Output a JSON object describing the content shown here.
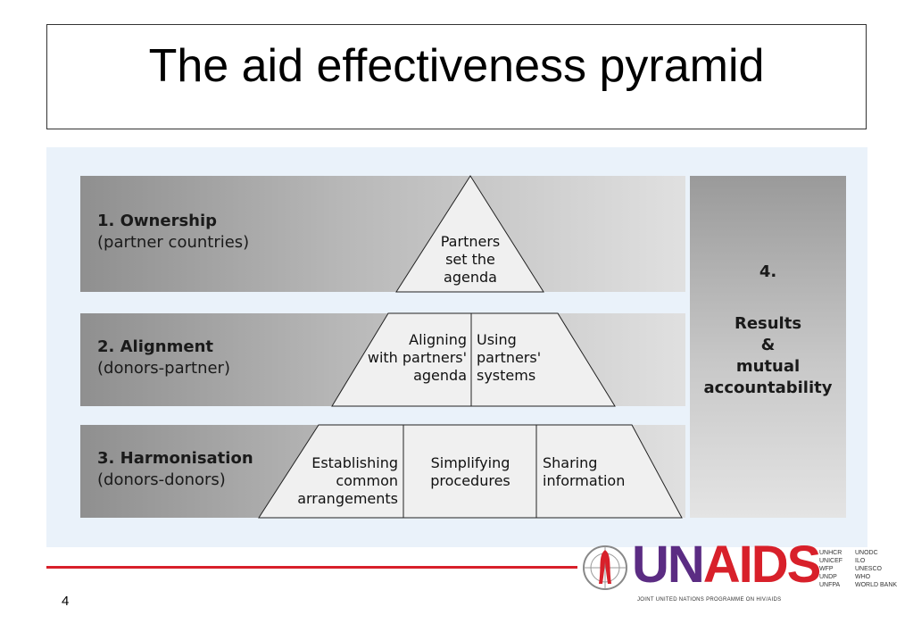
{
  "title": "The aid effectiveness pyramid",
  "rows": [
    {
      "head": "1. Ownership",
      "sub": "(partner countries)"
    },
    {
      "head": "2. Alignment",
      "sub": "(donors-partner)"
    },
    {
      "head": "3. Harmonisation",
      "sub": "(donors-donors)"
    }
  ],
  "accountability": {
    "number": "4.",
    "line1": "Results",
    "line2": "&",
    "line3": "mutual",
    "line4": "accountability"
  },
  "pyramid": {
    "apex": [
      "Partners",
      "set the",
      "agenda"
    ],
    "align_left": [
      "Aligning",
      "with partners'",
      "agenda"
    ],
    "align_right": [
      "Using",
      "partners'",
      "systems"
    ],
    "harm_left": [
      "Establishing",
      "common",
      "arrangements"
    ],
    "harm_mid": [
      "Simplifying",
      "procedures"
    ],
    "harm_right": [
      "Sharing",
      "information"
    ]
  },
  "footer": {
    "page_number": "4",
    "logo_un": "UN",
    "logo_aids": "AIDS",
    "logo_tagline": "JOINT UNITED NATIONS PROGRAMME ON HIV/AIDS",
    "cosponsors_col1": [
      "UNHCR",
      "UNICEF",
      "WFP",
      "UNDP",
      "UNFPA"
    ],
    "cosponsors_col2": [
      "UNODC",
      "ILO",
      "UNESCO",
      "WHO",
      "WORLD BANK"
    ]
  },
  "colors": {
    "accent_red": "#d8202a",
    "logo_purple": "#5b2c83",
    "panel_bg": "#eaf2fa"
  }
}
